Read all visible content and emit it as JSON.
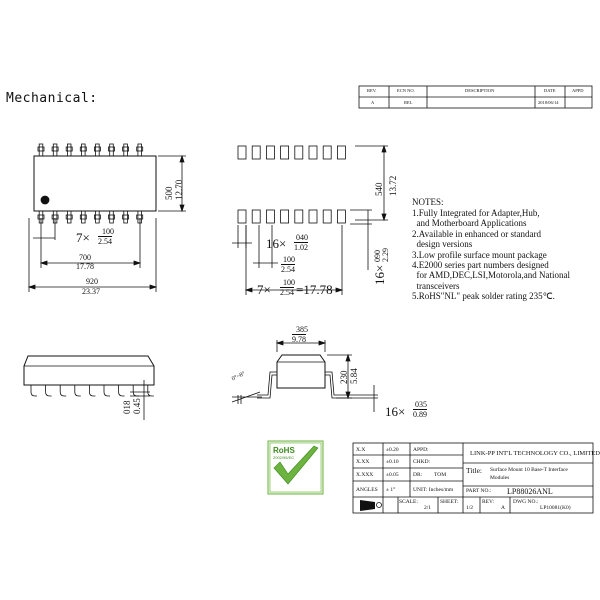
{
  "header": {
    "title": "Mechanical:"
  },
  "revision_table": {
    "headers": [
      "REV.",
      "ECN NO.",
      "DESCRIPTION",
      "DATE",
      "APPD"
    ],
    "row": [
      "A",
      "REL",
      "",
      "2018/06/14",
      ""
    ]
  },
  "dims": {
    "body_height": {
      "inch": "500",
      "mm": "12.70"
    },
    "pitch": {
      "prefix": "7×",
      "inch": "100",
      "mm": "2.54"
    },
    "row_span": {
      "inch": "700",
      "mm": "17.78"
    },
    "overall": {
      "inch": "920",
      "mm": "23.37"
    },
    "pad_span": {
      "inch": "540",
      "mm": "13.72"
    },
    "pad_width": {
      "prefix": "16×",
      "inch": "040",
      "mm": "1.02"
    },
    "pad_pitch": {
      "inch": "100",
      "mm": "2.54"
    },
    "pad_length": {
      "prefix": "16×",
      "inch": "090",
      "mm": "2.29"
    },
    "pad_total": {
      "prefix": "7×",
      "inch": "100",
      "mm": "2.54",
      "suffix": "=17.78"
    },
    "side_width": {
      "inch": "385",
      "mm": "9.78"
    },
    "side_height": {
      "inch": "230",
      "mm": "5.84"
    },
    "lead_thick": {
      "prefix": "16×",
      "inch": "035",
      "mm": "0.89"
    },
    "standoff": {
      "inch": "018",
      "mm": "0.45"
    },
    "angle": "0°~8°"
  },
  "notes": {
    "heading": "NOTES:",
    "lines": [
      "1.Fully Integrated for Adapter,Hub,",
      "  and Motherboard Applications",
      "2.Available in enhanced or standard",
      "  design versions",
      "3.Low profile surface mount package",
      "4.E2000 series part numbers designed",
      "  for AMD,DEC,LSI,Motorola,and National",
      "  transceivers",
      "5.RoHS\"NL\" peak solder rating 235℃."
    ]
  },
  "rohs": {
    "label": "RoHS",
    "sub": "2002/95/EC"
  },
  "title_block": {
    "tol1": {
      "label": "X.X",
      "value": "±0.20"
    },
    "tol2": {
      "label": "X.XX",
      "value": "±0.10"
    },
    "tol3": {
      "label": "X.XXX",
      "value": "±0.05"
    },
    "angles": {
      "label": "ANGLES",
      "value": "± 1°"
    },
    "appd": "APPD:",
    "chkd": "CHKD:",
    "dr": "DR:",
    "dr_name": "TOM",
    "unit": "UNIT: Inches/mm",
    "company": "LINK-PP INT'L TECHNOLOGY CO., LIMITED",
    "title_label": "Title:",
    "title_text_1": "Surface Mount 10 Base-T Interface",
    "title_text_2": "Modules",
    "part_label": "PART NO.:",
    "part_no": "LP88026ANL",
    "scale_label": "SCALE:",
    "scale": "2/1",
    "sheet_label": "SHEET:",
    "sheet": "1/2",
    "rev_label": "REV:",
    "rev": "A",
    "dwg_label": "DWG NO.:",
    "dwg_no": "LP10081(K0)"
  }
}
